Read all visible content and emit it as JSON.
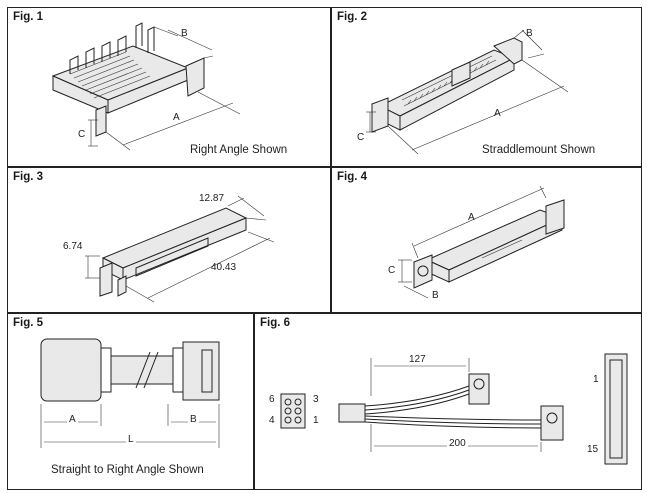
{
  "figures": [
    {
      "label": "Fig. 1",
      "caption": "Right Angle Shown",
      "dims": [
        "A",
        "B",
        "C"
      ]
    },
    {
      "label": "Fig. 2",
      "caption": "Straddlemount Shown",
      "dims": [
        "A",
        "B",
        "C"
      ]
    },
    {
      "label": "Fig. 3",
      "caption": "",
      "dims": [
        "12.87",
        "6.74",
        "40.43"
      ]
    },
    {
      "label": "Fig. 4",
      "caption": "",
      "dims": [
        "A",
        "C",
        "B"
      ]
    },
    {
      "label": "Fig. 5",
      "caption": "Straight to Right Angle Shown",
      "dims": [
        "A",
        "B",
        "L"
      ]
    },
    {
      "label": "Fig. 6",
      "caption": "",
      "dims": [
        "127",
        "200"
      ],
      "pins": [
        "6",
        "3",
        "4",
        "1"
      ],
      "end_pins": [
        "1",
        "15"
      ]
    }
  ]
}
